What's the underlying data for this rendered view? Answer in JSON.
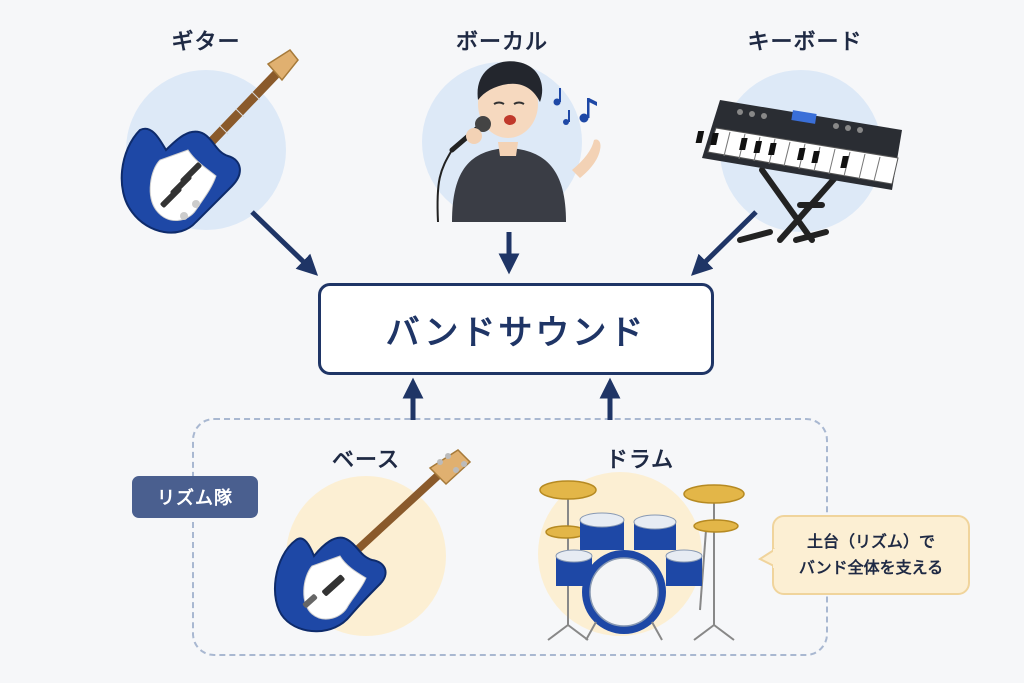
{
  "instruments": {
    "guitar": {
      "label": "ギター"
    },
    "vocal": {
      "label": "ボーカル"
    },
    "keyboard": {
      "label": "キーボード"
    },
    "bass": {
      "label": "ベース"
    },
    "drums": {
      "label": "ドラム"
    }
  },
  "center": {
    "label": "バンドサウンド"
  },
  "rhythm_section": {
    "tag": "リズム隊",
    "callout_line1": "土台（リズム）で",
    "callout_line2": "バンド全体を支える"
  },
  "icons": [
    "guitar-icon",
    "singer-icon",
    "keyboard-icon",
    "bass-icon",
    "drum-kit-icon",
    "music-note-icon",
    "arrow-icon"
  ],
  "colors": {
    "navy": "#1f3566",
    "instrument_blue": "#1e48a6",
    "blue_circle": "#dde9f7",
    "yellow_circle": "#fcefd3",
    "tag_bg": "#4a5f8f"
  }
}
